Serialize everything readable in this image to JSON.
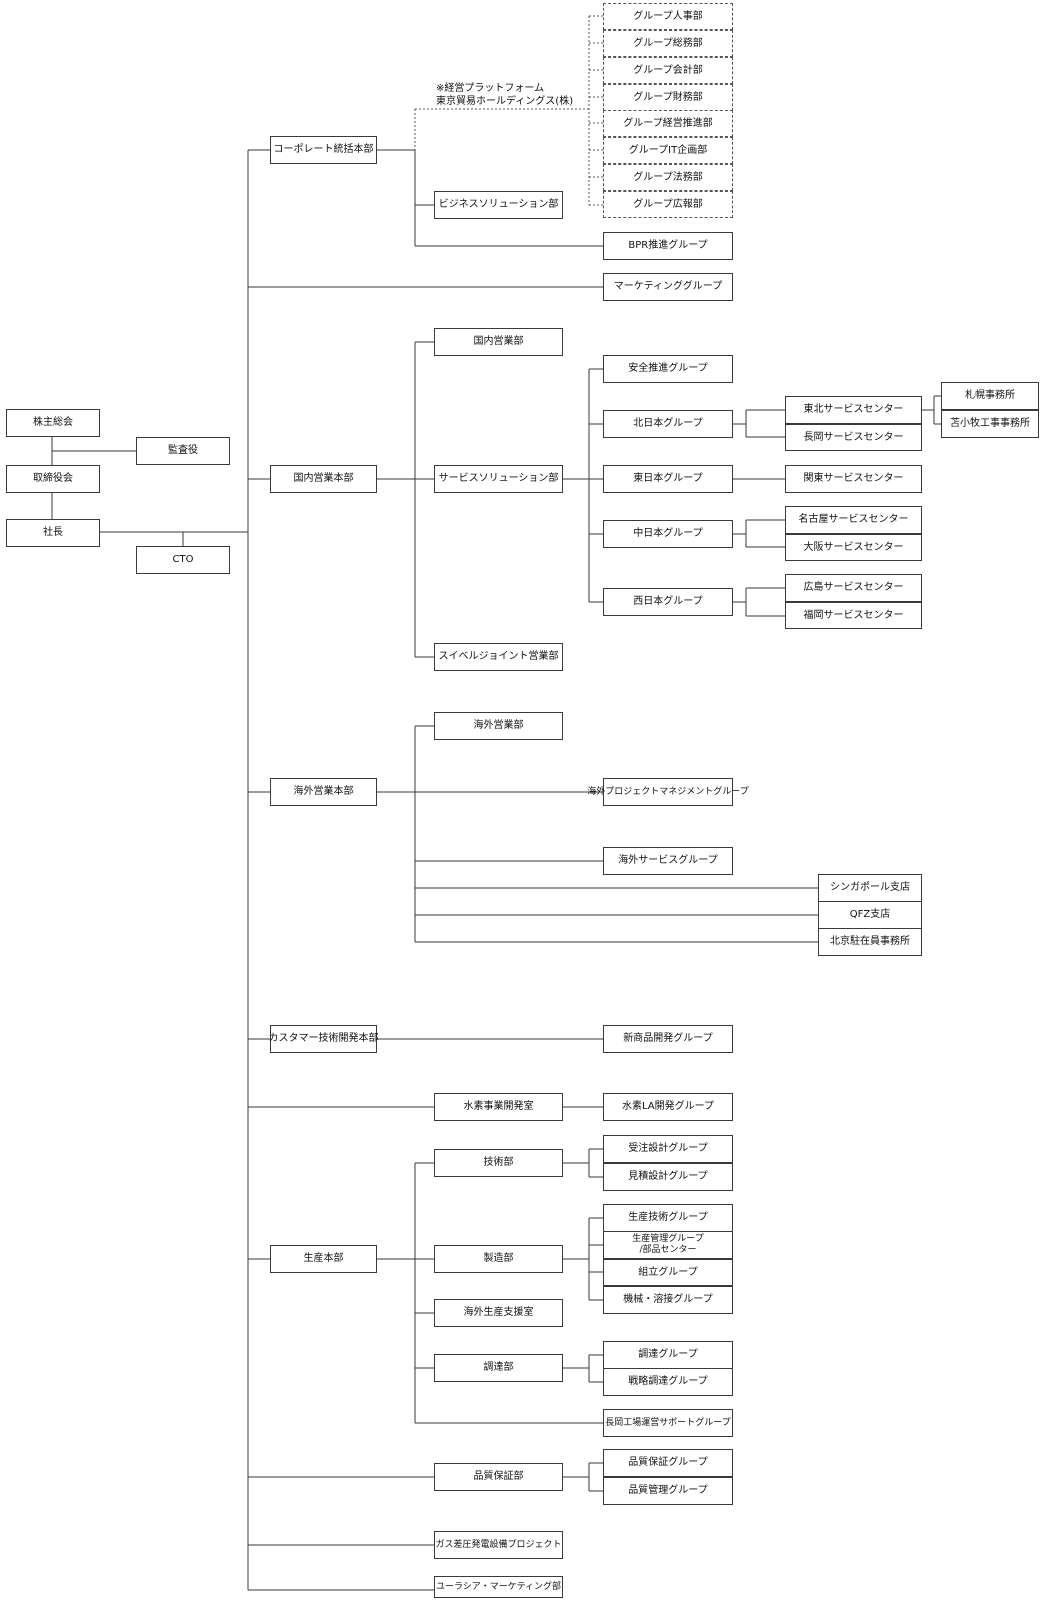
{
  "governance": {
    "shareholders_meeting": "株主総会",
    "auditor": "監査役",
    "board": "取締役会",
    "president": "社長",
    "cto": "CTO"
  },
  "corporate": {
    "hq": "コーポレート統括本部",
    "platform_note_line1": "※経営プラットフォーム",
    "platform_note_line2": "東京貿易ホールディングス(株)",
    "group_units": [
      "グループ人事部",
      "グループ総務部",
      "グループ会計部",
      "グループ財務部",
      "グループ経営推進部",
      "グループIT企画部",
      "グループ法務部",
      "グループ広報部"
    ],
    "business_solution": "ビジネスソリューション部",
    "bpr": "BPR推進グループ"
  },
  "marketing_group": "マーケティンググループ",
  "domestic": {
    "hq": "国内営業本部",
    "domestic_sales": "国内営業部",
    "service_solution": "サービスソリューション部",
    "swivel": "スイベルジョイント営業部",
    "safety": "安全推進グループ",
    "north_japan": "北日本グループ",
    "east_japan": "東日本グループ",
    "central_japan": "中日本グループ",
    "west_japan": "西日本グループ",
    "tohoku_sc": "東北サービスセンター",
    "nagaoka_sc": "長岡サービスセンター",
    "sapporo": "札幌事務所",
    "tomakomai": "苫小牧工事事務所",
    "kanto_sc": "関東サービスセンター",
    "nagoya_sc": "名古屋サービスセンター",
    "osaka_sc": "大阪サービスセンター",
    "hiroshima_sc": "広島サービスセンター",
    "fukuoka_sc": "福岡サービスセンター"
  },
  "overseas": {
    "hq": "海外営業本部",
    "overseas_sales": "海外営業部",
    "project_mgmt": "海外プロジェクトマネジメントグループ",
    "service_group": "海外サービスグループ",
    "singapore": "シンガポール支店",
    "qfz": "QFZ支店",
    "beijing": "北京駐在員事務所"
  },
  "customer_tech": {
    "hq": "カスタマー技術開発本部",
    "new_product": "新商品開発グループ"
  },
  "hydrogen": {
    "office": "水素事業開発室",
    "la_group": "水素LA開発グループ"
  },
  "production": {
    "hq": "生産本部",
    "engineering": "技術部",
    "order_design": "受注設計グループ",
    "estimate_design": "見積設計グループ",
    "manufacturing": "製造部",
    "prod_tech": "生産技術グループ",
    "prod_mgmt_line1": "生産管理グループ",
    "prod_mgmt_line2": "/部品センター",
    "assembly": "組立グループ",
    "machining": "機械・溶接グループ",
    "overseas_support": "海外生産支援室",
    "procurement": "調達部",
    "procurement_group": "調達グループ",
    "strategic_procurement": "戦略調達グループ",
    "nagaoka_support": "長岡工場運営サポートグループ"
  },
  "quality": {
    "dept": "品質保証部",
    "assurance_group": "品質保証グループ",
    "control_group": "品質管理グループ"
  },
  "gas_project": "ガス差圧発電設備プロジェクト",
  "eurasia": "ユーラシア・マーケティング部"
}
